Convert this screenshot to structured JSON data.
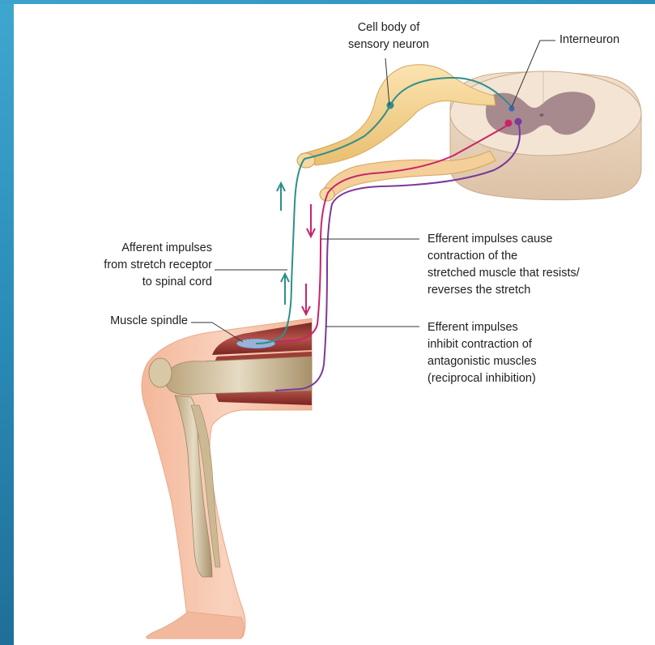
{
  "labels": {
    "cell_body_line1": "Cell body of",
    "cell_body_line2": "sensory neuron",
    "interneuron": "Interneuron",
    "afferent_line1": "Afferent impulses",
    "afferent_line2": "from stretch receptor",
    "afferent_line3": "to spinal cord",
    "muscle_spindle": "Muscle spindle",
    "efferent_contract_line1": "Efferent impulses cause",
    "efferent_contract_line2": "contraction of the",
    "efferent_contract_line3": "stretched muscle that resists/",
    "efferent_contract_line4": "reverses the stretch",
    "efferent_inhibit_line1": "Efferent impulses",
    "efferent_inhibit_line2": "inhibit contraction of",
    "efferent_inhibit_line3": "antagonistic muscles",
    "efferent_inhibit_line4": "(reciprocal inhibition)"
  },
  "colors": {
    "sensory_neuron": "#2f8f8a",
    "motor_neuron": "#c8246a",
    "inhibitory_neuron": "#7a3a9a",
    "nerve": "#f3d28f",
    "spinal_white": "#efdcc8",
    "spinal_grey": "#a0858a",
    "muscle": "#9c3a34",
    "bone": "#cdbd9c",
    "skin": "#f6c6ad",
    "side_bar": "#2a8cb8"
  }
}
